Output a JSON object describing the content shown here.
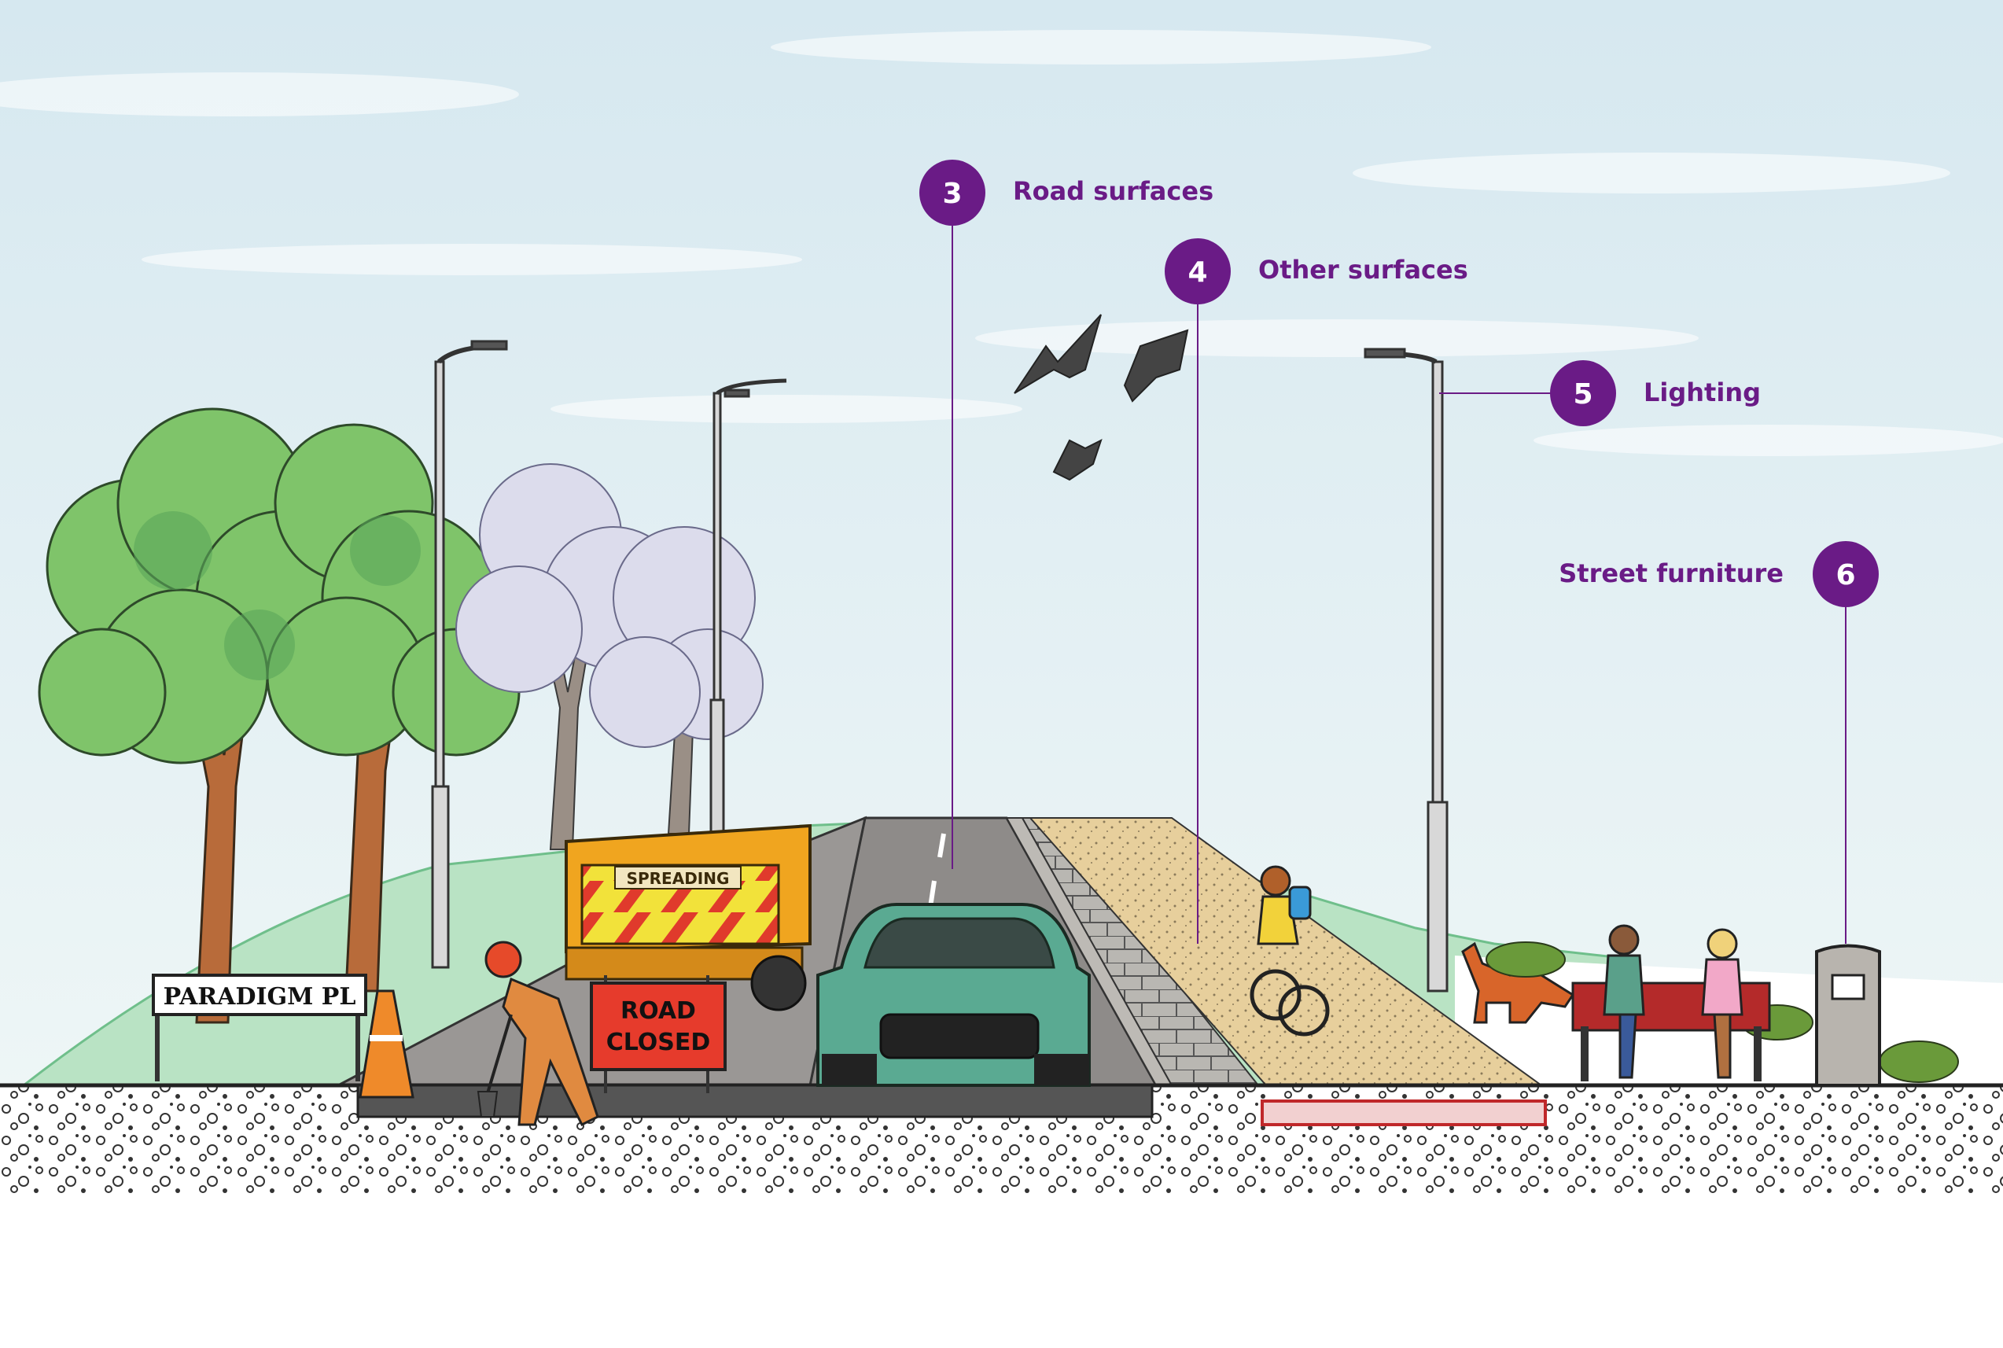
{
  "colors": {
    "accent": "#6a1b86",
    "sky_top": "#dbeaf1",
    "sky_bottom": "#eef5f6",
    "grass": "#b9e3c4",
    "road": "#8e8b89",
    "sign_red": "#e63b2c",
    "gritter": "#f0a51f"
  },
  "callouts": [
    {
      "number": "3",
      "label": "Road surfaces"
    },
    {
      "number": "4",
      "label": "Other surfaces"
    },
    {
      "number": "5",
      "label": "Lighting"
    },
    {
      "number": "6",
      "label": "Street furniture"
    }
  ],
  "signs": {
    "street_name": "PARADIGM PL",
    "gritter_label": "SPREADING",
    "closure_line1": "ROAD",
    "closure_line2": "CLOSED"
  }
}
